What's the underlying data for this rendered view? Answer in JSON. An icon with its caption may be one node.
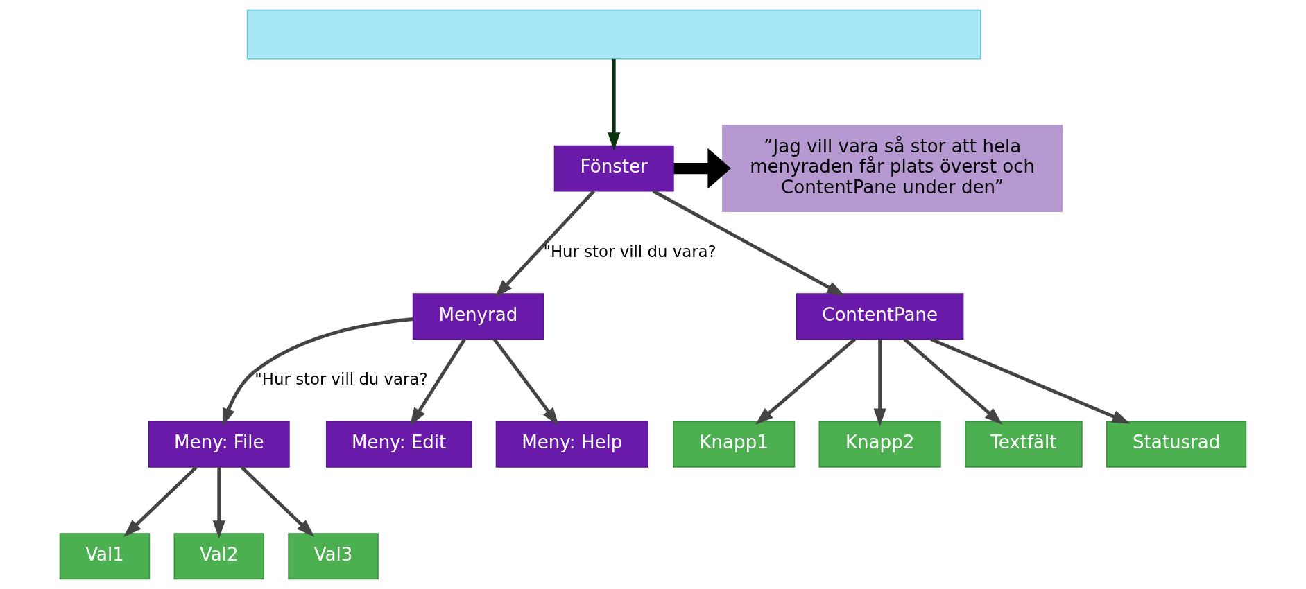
{
  "diagram": {
    "nodes": [
      {
        "text": [],
        "shape": "box"
      },
      {
        "text": [
          "Fönster"
        ]
      },
      {
        "text": [
          "”Jag vill vara så stor att hela menyraden får plats överst och ContentPane under den”"
        ]
      },
      {
        "text": [
          "Menyrad"
        ]
      },
      {
        "text": [
          "ContentPane"
        ]
      },
      {
        "text": [
          "Meny: File"
        ]
      },
      {
        "text": [
          "Meny: Edit"
        ]
      },
      {
        "text": [
          "Meny: Help"
        ]
      },
      {
        "text": [
          "Knapp1"
        ]
      },
      {
        "text": [
          "Knapp2"
        ]
      },
      {
        "text": [
          "Textfält"
        ]
      },
      {
        "text": [
          "Statusrad"
        ]
      },
      {
        "text": [
          "Val1"
        ]
      },
      {
        "text": [
          "Val2"
        ]
      },
      {
        "text": [
          "Val3"
        ]
      }
    ],
    "edges": [
      {
        "from": 0,
        "to": 1,
        "arrow": "to",
        "color": "#0b3310"
      },
      {
        "from": 1,
        "to": 2,
        "arrow": "to",
        "style": "thick",
        "color": "#000000"
      },
      {
        "from": 1,
        "to": 3,
        "arrow": "to",
        "label": "\"Hur stor vill du vara?"
      },
      {
        "from": 1,
        "to": 4,
        "arrow": "to"
      },
      {
        "from": 3,
        "to": 5,
        "arrow": "to",
        "label": "\"Hur stor vill du vara?"
      },
      {
        "from": 3,
        "to": 6,
        "arrow": "to"
      },
      {
        "from": 3,
        "to": 7,
        "arrow": "to"
      },
      {
        "from": 4,
        "to": 8,
        "arrow": "to"
      },
      {
        "from": 4,
        "to": 9,
        "arrow": "to"
      },
      {
        "from": 4,
        "to": 10,
        "arrow": "to"
      },
      {
        "from": 4,
        "to": 11,
        "arrow": "to"
      },
      {
        "from": 5,
        "to": 12,
        "arrow": "to"
      },
      {
        "from": 5,
        "to": 13,
        "arrow": "to"
      },
      {
        "from": 5,
        "to": 14,
        "arrow": "to"
      }
    ]
  }
}
